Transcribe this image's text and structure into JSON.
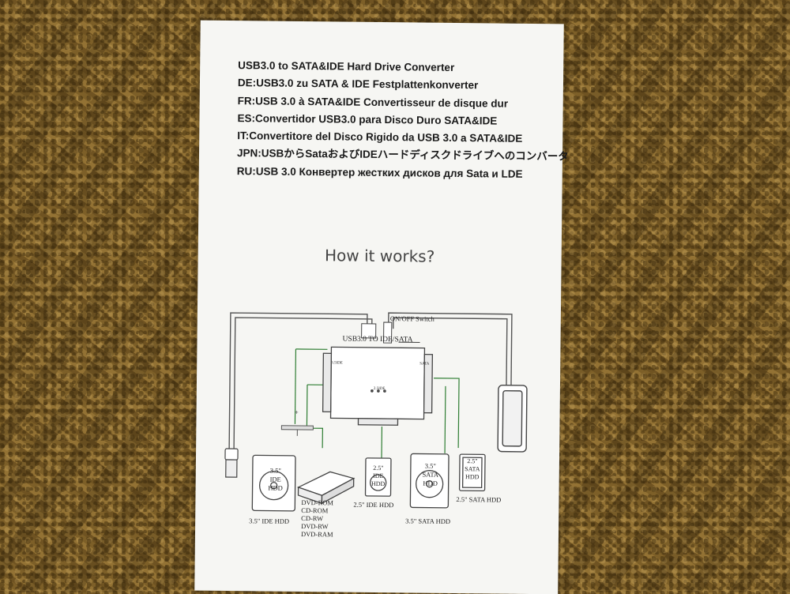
{
  "header_lines": [
    "USB3.0 to SATA&IDE Hard Drive Converter",
    "DE:USB3.0 zu SATA & IDE Festplattenkonverter",
    "FR:USB 3.0 à SATA&IDE  Convertisseur de disque dur",
    "ES:Convertidor USB3.0 para Disco Duro SATA&IDE",
    "IT:Convertitore del Disco Rigido da USB 3.0 a SATA&IDE",
    "JPN:USBからSataおよびIDEハードディスクドライブへのコンバータ",
    "RU:USB 3.0 Конвертер жестких дисков для Sata и LDE"
  ],
  "section_title": "How it works?",
  "diagram": {
    "converter_label": "USB3.0 TO IDE/SATA",
    "switch_label": "ON/OFF Switch",
    "port_35ide": "3.5IDE",
    "port_sata": "SATA",
    "port_25ide": "2.5IDE",
    "plus_sign": "+",
    "ide35_drive": [
      "3.5\"",
      "IDE",
      "HDD"
    ],
    "ide35_caption": "3.5\"  IDE HDD",
    "optical_list": [
      "DVD-ROM",
      "CD-ROM",
      "CD-RW",
      "DVD-RW",
      "DVD-RAM"
    ],
    "ide25_drive": [
      "2.5\"",
      "IDE",
      "HDD"
    ],
    "ide25_caption": "2.5\"  IDE HDD",
    "sata35_drive": [
      "3.5\"",
      "SATA",
      "HDD"
    ],
    "sata35_caption": "3.5\"  SATA HDD",
    "sata25_drive": [
      "2.5\"",
      "SATA",
      "HDD"
    ],
    "sata25_caption": "2.5\"  SATA HDD"
  }
}
